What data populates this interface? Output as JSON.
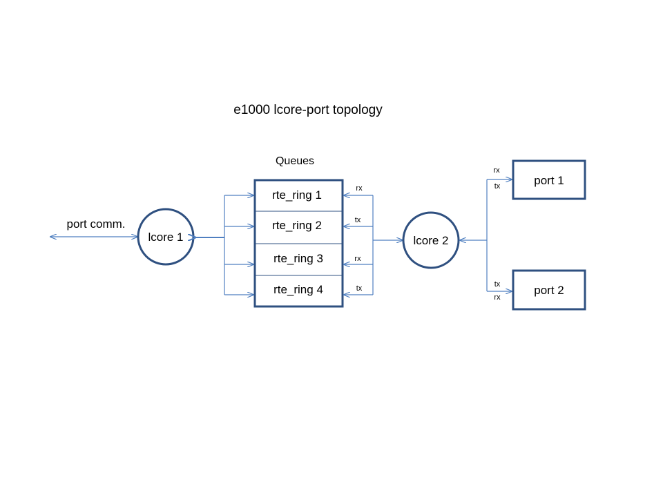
{
  "title": "e1000 lcore-port topology",
  "queues_label": "Queues",
  "port_comm_label": "port comm.",
  "lcore1_label": "lcore 1",
  "lcore2_label": "lcore 2",
  "rings": [
    "rte_ring  1",
    "rte_ring  2",
    "rte_ring  3",
    "rte_ring  4"
  ],
  "ring_links": [
    "rx",
    "tx",
    "rx",
    "tx"
  ],
  "port1": {
    "label": "port 1",
    "top_link": "rx",
    "bottom_link": "tx"
  },
  "port2": {
    "label": "port 2",
    "top_link": "tx",
    "bottom_link": "rx"
  },
  "colors": {
    "node_stroke": "#2f5080",
    "wire": "#4f7fc0",
    "background": "#ffffff"
  }
}
